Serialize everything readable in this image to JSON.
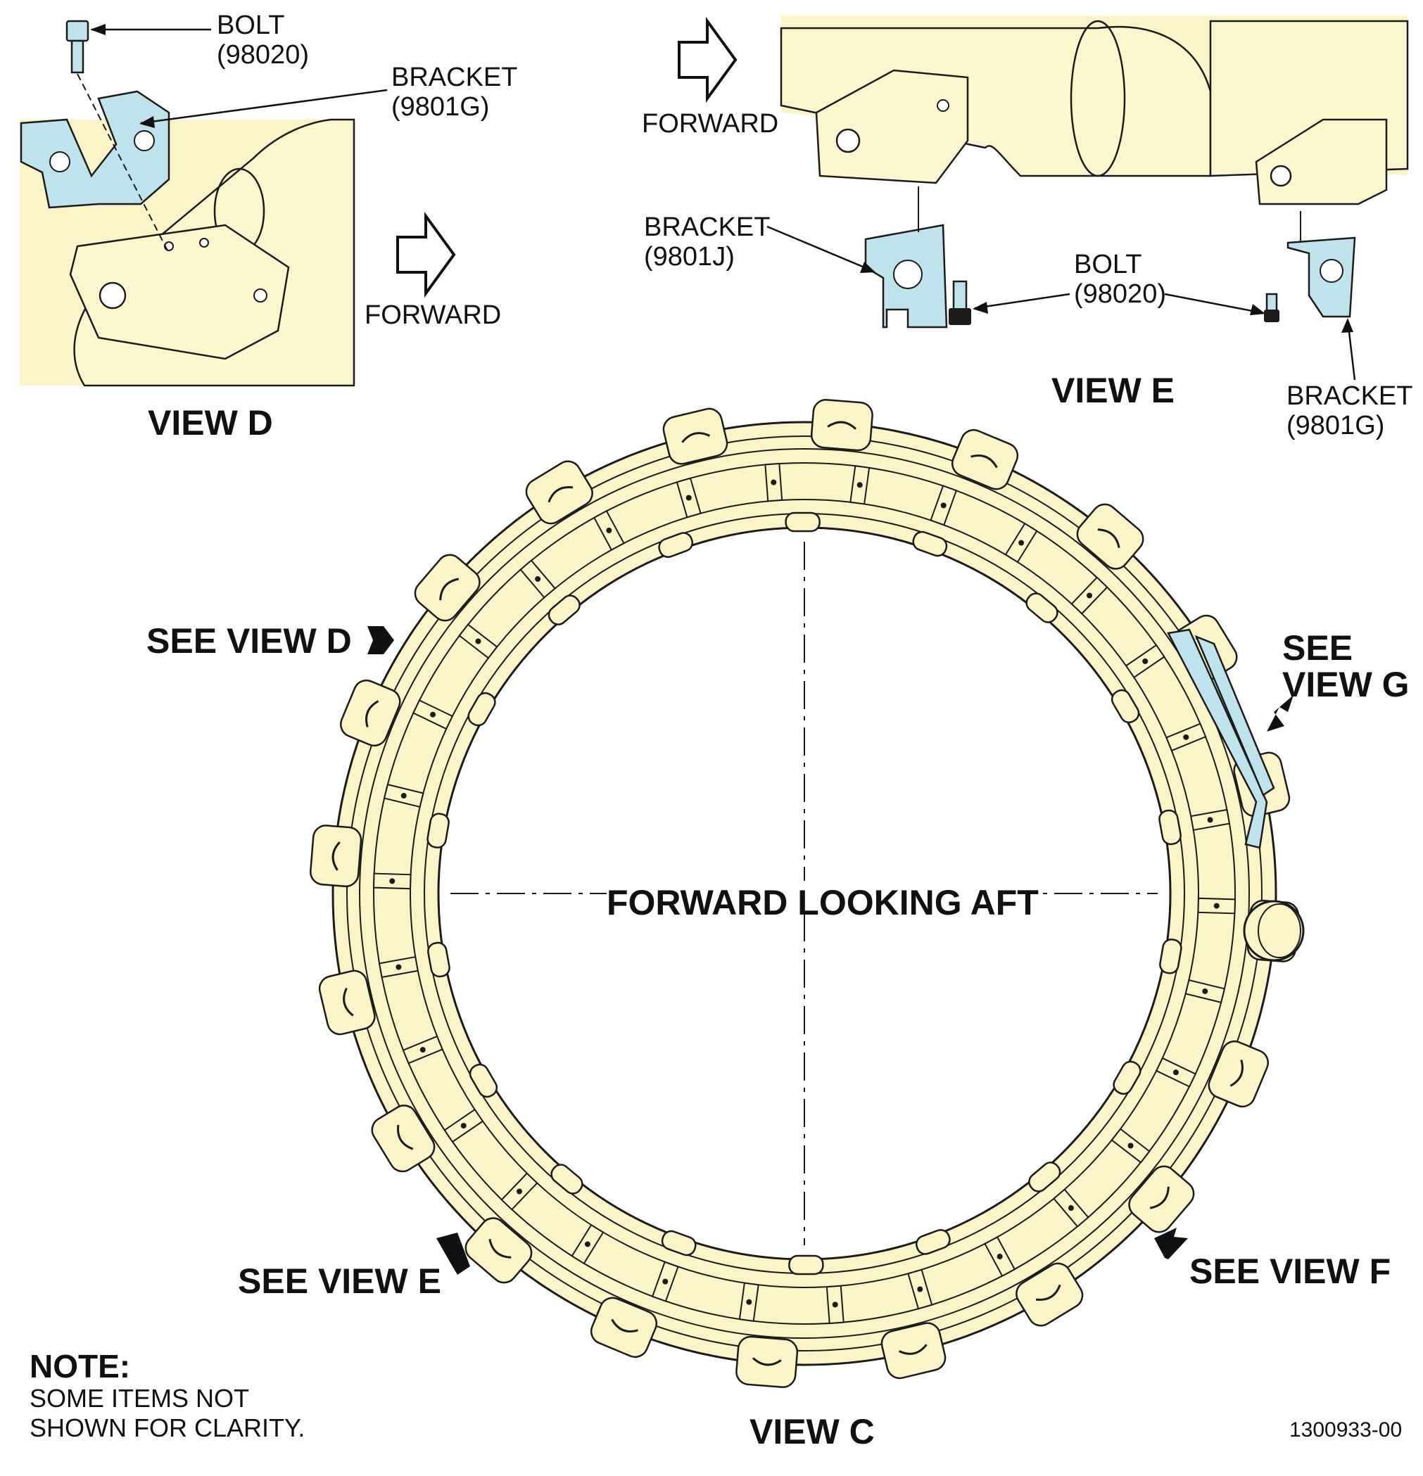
{
  "view_d": {
    "title": "VIEW D",
    "bolt_label": "BOLT",
    "bolt_part": "(98020)",
    "bracket_label": "BRACKET",
    "bracket_part": "(9801G)",
    "forward_label": "FORWARD"
  },
  "view_e": {
    "title": "VIEW E",
    "forward_label": "FORWARD",
    "bracket_j_label": "BRACKET",
    "bracket_j_part": "(9801J)",
    "bolt_label": "BOLT",
    "bolt_part": "(98020)",
    "bracket_g_label": "BRACKET",
    "bracket_g_part": "(9801G)"
  },
  "view_c": {
    "title": "VIEW C",
    "center_label": "FORWARD LOOKING AFT",
    "see_view_d": "SEE VIEW D",
    "see_view_g_line1": "SEE",
    "see_view_g_line2": "VIEW G",
    "see_view_e": "SEE VIEW E",
    "see_view_f": "SEE VIEW F"
  },
  "note": {
    "heading": "NOTE:",
    "line1": "SOME ITEMS NOT",
    "line2": "SHOWN FOR CLARITY."
  },
  "figure_number": "1300933-00",
  "colors": {
    "structure": "#faf4c8",
    "highlight_part": "#bfe3ec",
    "linework": "#111111"
  }
}
